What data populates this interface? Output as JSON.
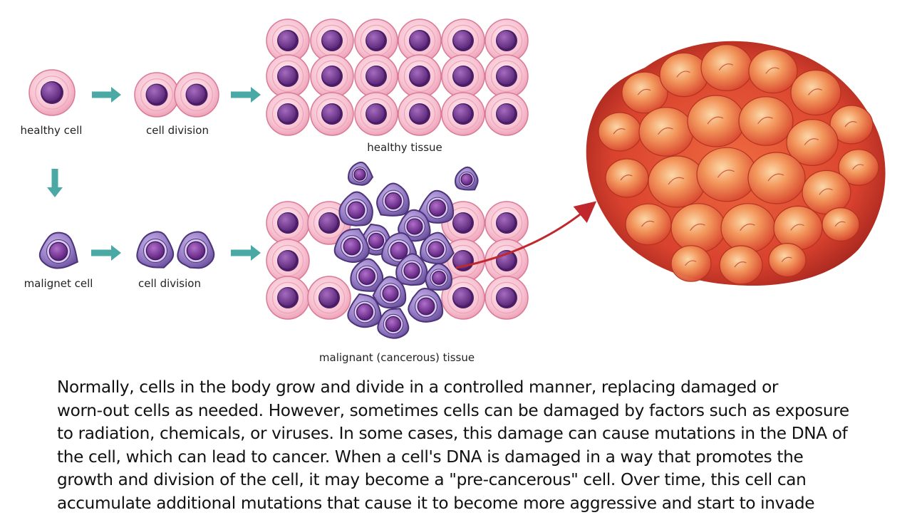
{
  "diagram": {
    "labels": {
      "healthy_cell": "healthy cell",
      "cell_division_top": "cell division",
      "healthy_tissue": "healthy tissue",
      "malignant_cell": "malignet cell",
      "cell_division_bottom": "cell division",
      "malignant_tissue": "malignant (cancerous) tissue"
    },
    "colors": {
      "healthy_membrane": "#f7c3d2",
      "healthy_outline": "#d97a97",
      "healthy_nucleus": "#7a3d96",
      "malignant_body": "#8f72c0",
      "malignant_outline": "#4b3478",
      "malignant_nucleus": "#6a2a8c",
      "arrow": "#4aa9a5",
      "spread_arrow": "#c0282e",
      "tumor": "#d9422e",
      "tumor_highlight": "#f7b27a"
    }
  },
  "description": {
    "lines": [
      "Normally, cells in the body grow and divide in a controlled manner, replacing damaged or",
      "worn-out cells as needed. However, sometimes cells can be damaged by factors such as exposure",
      "to radiation, chemicals, or viruses. In some cases, this damage can cause mutations in the DNA of",
      "the cell, which can lead to cancer. When a cell's DNA is damaged in a way that promotes the",
      "growth and division of the cell, it may become a \"pre-cancerous\" cell. Over time, this cell can",
      "accumulate additional mutations that cause it to become more aggressive and start to invade"
    ]
  }
}
